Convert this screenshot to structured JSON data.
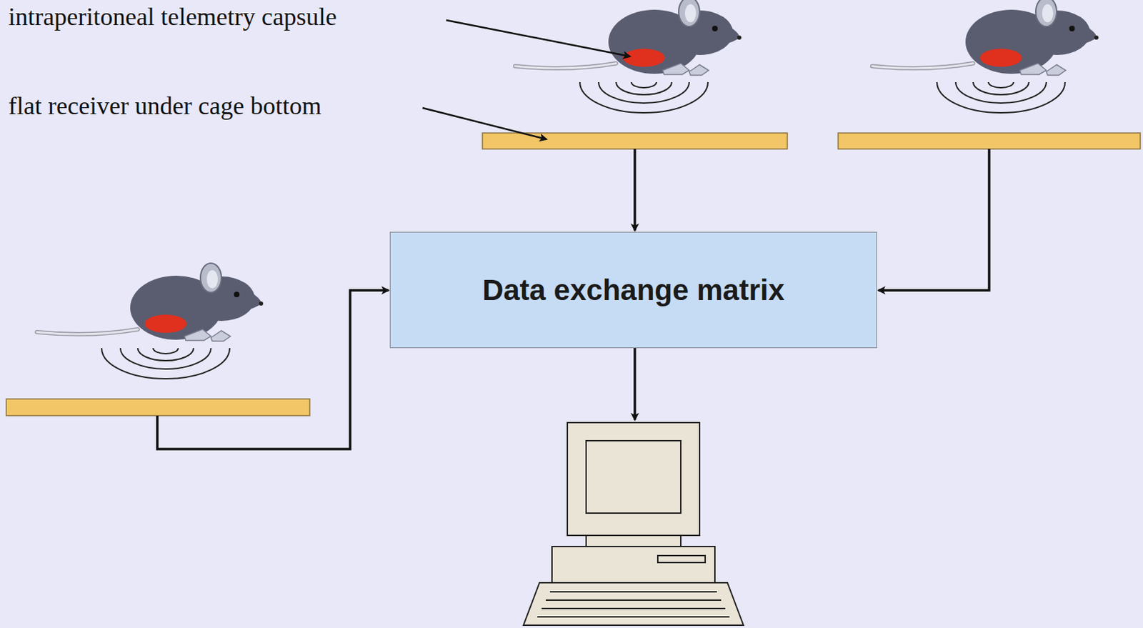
{
  "diagram": {
    "nodes": [
      {
        "text": [
          "Data exchange matrix"
        ]
      }
    ],
    "labels": [
      "intraperitoneal telemetry capsule",
      "flat receiver under cage bottom"
    ]
  }
}
